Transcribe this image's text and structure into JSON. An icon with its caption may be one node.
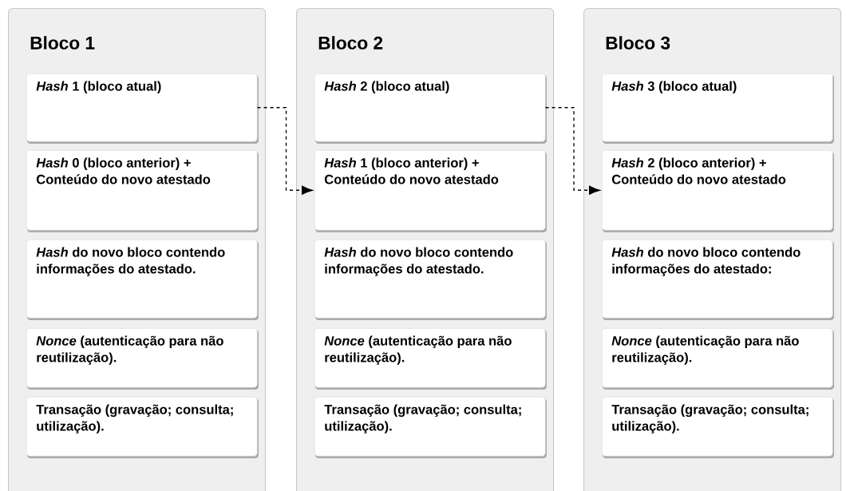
{
  "diagram": {
    "nodes": [
      {
        "text": [
          "Bloco 1"
        ]
      },
      {
        "text": [
          "*Hash* 1 (bloco atual)"
        ],
        "in": 0
      },
      {
        "text": [
          "*Hash* 0 (bloco anterior) + Conteúdo do novo atestado"
        ],
        "in": 0
      },
      {
        "text": [
          "*Hash* do novo bloco contendo informações do atestado."
        ],
        "in": 0
      },
      {
        "text": [
          "*Nonce* (autenticação para não reutilização)."
        ],
        "in": 0
      },
      {
        "text": [
          "Transação (gravação; consulta; utilização)."
        ],
        "in": 0
      },
      {
        "text": [
          "Bloco 2"
        ]
      },
      {
        "text": [
          "*Hash* 2 (bloco atual)"
        ],
        "in": 6
      },
      {
        "text": [
          "*Hash* 1 (bloco anterior) + Conteúdo do novo atestado"
        ],
        "in": 6
      },
      {
        "text": [
          "*Hash* do novo bloco contendo informações do atestado."
        ],
        "in": 6
      },
      {
        "text": [
          "*Nonce* (autenticação para não reutilização)."
        ],
        "in": 6
      },
      {
        "text": [
          "Transação (gravação; consulta; utilização)."
        ],
        "in": 6
      },
      {
        "text": [
          "Bloco 3"
        ]
      },
      {
        "text": [
          "*Hash* 3 (bloco atual)"
        ],
        "in": 12
      },
      {
        "text": [
          "*Hash* 2 (bloco anterior) + Conteúdo do novo atestado"
        ],
        "in": 12
      },
      {
        "text": [
          "*Hash* do novo bloco contendo informações do atestado:"
        ],
        "in": 12
      },
      {
        "text": [
          "*Nonce* (autenticação para não reutilização)."
        ],
        "in": 12
      },
      {
        "text": [
          "Transação (gravação; consulta; utilização)."
        ],
        "in": 12
      }
    ],
    "edges": [
      {
        "from": 1,
        "to": 8,
        "arrow": "to",
        "style": "dashed"
      },
      {
        "from": 7,
        "to": 14,
        "arrow": "to",
        "style": "dashed"
      }
    ]
  }
}
